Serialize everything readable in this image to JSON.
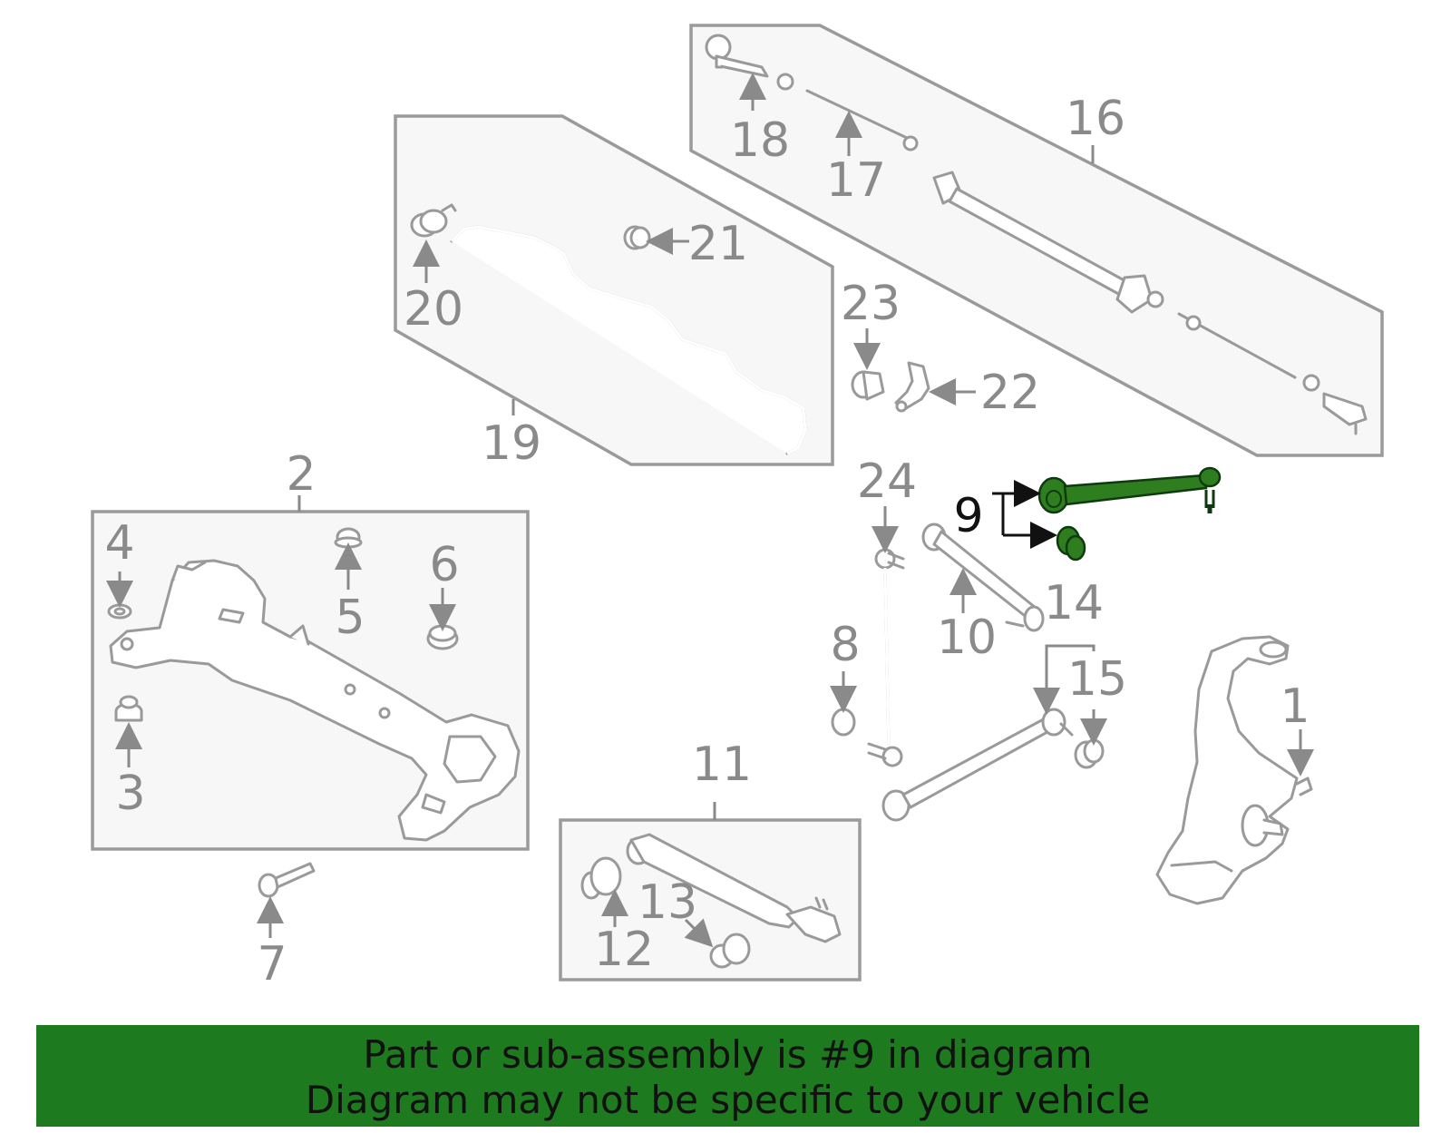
{
  "diagram": {
    "callouts": {
      "c1": "1",
      "c2": "2",
      "c3": "3",
      "c4": "4",
      "c5": "5",
      "c6": "6",
      "c7": "7",
      "c8": "8",
      "c9": "9",
      "c10": "10",
      "c11": "11",
      "c12": "12",
      "c13": "13",
      "c14": "14",
      "c15": "15",
      "c16": "16",
      "c17": "17",
      "c18": "18",
      "c19": "19",
      "c20": "20",
      "c21": "21",
      "c22": "22",
      "c23": "23",
      "c24": "24"
    },
    "highlighted_part": "9",
    "highlight_color": "#2e7d1e",
    "panel_color": "#f7f7f7",
    "line_color": "#9a9a9a"
  },
  "banner": {
    "line1": "Part or sub-assembly is #9 in diagram",
    "line2": "Diagram may not be specific to your vehicle",
    "background": "#1e7a1e"
  }
}
